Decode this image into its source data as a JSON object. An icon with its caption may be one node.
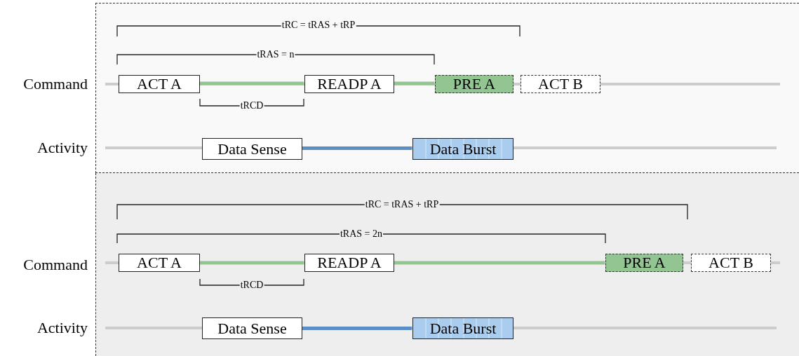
{
  "diagram": {
    "nodes": [
      {
        "text": [],
        "shape": "box"
      },
      {
        "text": [
          "ACT A"
        ],
        "in": 0
      },
      {
        "text": [
          "READP A"
        ],
        "in": 0
      },
      {
        "text": [
          "PRE A"
        ],
        "in": 0
      },
      {
        "text": [
          "ACT B"
        ],
        "in": 0
      },
      {
        "text": [
          "Data Sense"
        ],
        "in": 0
      },
      {
        "text": [
          "Data Burst"
        ],
        "in": 0
      },
      {
        "text": [],
        "shape": "box"
      },
      {
        "text": [
          "ACT A"
        ],
        "in": 7
      },
      {
        "text": [
          "READP A"
        ],
        "in": 7
      },
      {
        "text": [
          "PRE A"
        ],
        "in": 7
      },
      {
        "text": [
          "ACT B"
        ],
        "in": 7
      },
      {
        "text": [
          "Data Sense"
        ],
        "in": 7
      },
      {
        "text": [
          "Data Burst"
        ],
        "in": 7
      }
    ],
    "edges": [
      {
        "from": 1,
        "to": 2,
        "arrow": "none",
        "color": "#93c593"
      },
      {
        "from": 2,
        "to": 3,
        "arrow": "none",
        "color": "#93c593"
      },
      {
        "from": 5,
        "to": 6,
        "arrow": "none",
        "color": "#5b8fc4"
      },
      {
        "from": 8,
        "to": 9,
        "arrow": "none",
        "color": "#93c593"
      },
      {
        "from": 9,
        "to": 10,
        "arrow": "none",
        "color": "#93c593"
      },
      {
        "from": 12,
        "to": 13,
        "arrow": "none",
        "color": "#5b8fc4"
      }
    ],
    "labels": [
      "tRC = tRAS + tRP",
      "tRAS = n",
      "Command",
      "tRCD",
      "Activity",
      "tRC = tRAS + tRP",
      "tRAS = 2n",
      "Command",
      "tRCD",
      "Activity"
    ]
  }
}
